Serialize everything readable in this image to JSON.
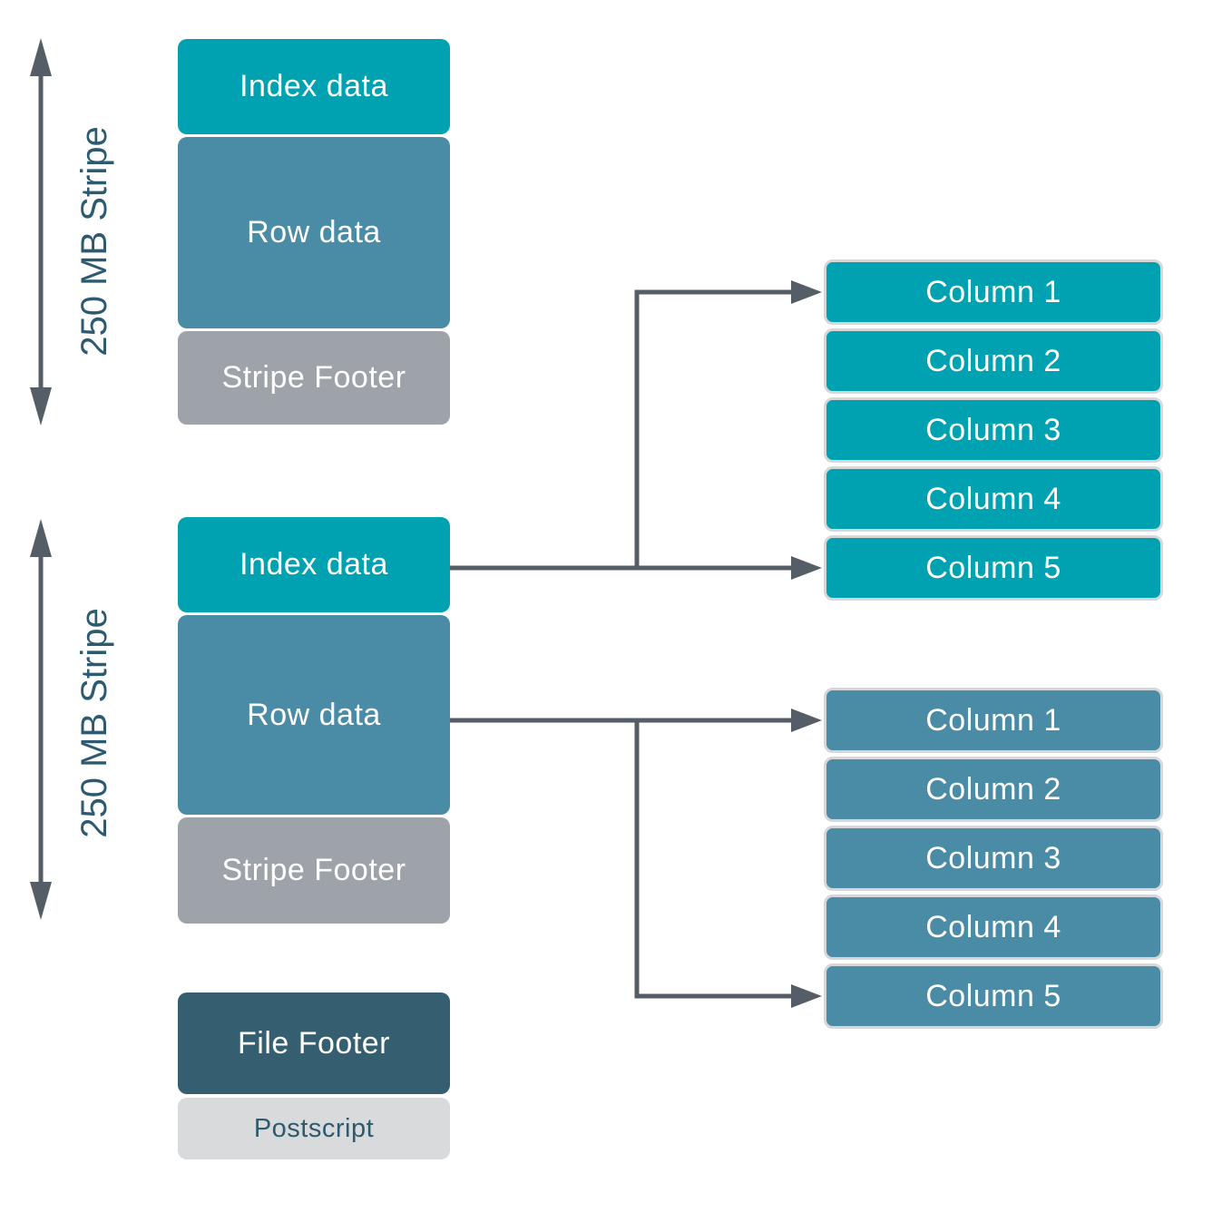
{
  "palette": {
    "teal": "#00A1B0",
    "blue": "#4A8BA6",
    "gray": "#9EA3A9",
    "dark": "#355F70",
    "light": "#D8DADC",
    "line": "#555E66",
    "label_text": "#2E5A70",
    "column_border": "#D5D7D9",
    "background": "#FFFFFF"
  },
  "stripes": [
    {
      "size_label": "250 MB Stripe",
      "blocks": [
        {
          "label": "Index data"
        },
        {
          "label": "Row data"
        },
        {
          "label": "Stripe Footer"
        }
      ]
    },
    {
      "size_label": "250 MB Stripe",
      "blocks": [
        {
          "label": "Index data"
        },
        {
          "label": "Row data"
        },
        {
          "label": "Stripe Footer"
        }
      ]
    }
  ],
  "file_footer": {
    "label": "File Footer"
  },
  "postscript": {
    "label": "Postscript"
  },
  "column_stacks": [
    {
      "name": "index-data-columns",
      "items": [
        "Column 1",
        "Column 2",
        "Column 3",
        "Column 4",
        "Column 5"
      ]
    },
    {
      "name": "row-data-columns",
      "items": [
        "Column 1",
        "Column 2",
        "Column 3",
        "Column 4",
        "Column 5"
      ]
    }
  ]
}
